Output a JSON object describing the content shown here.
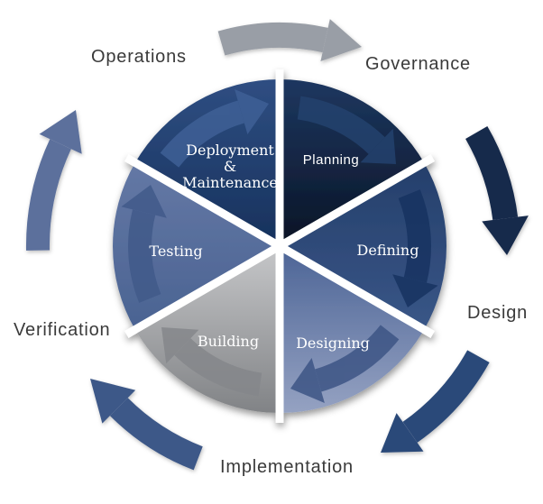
{
  "diagram": {
    "outer_labels": {
      "operations": "Operations",
      "governance": "Governance",
      "design": "Design",
      "implementation": "Implementation",
      "verification": "Verification"
    },
    "slices": [
      {
        "label": "Planning",
        "color_top": "#1d3760",
        "color_bottom": "#0a1425",
        "arrow_color": "#24426e"
      },
      {
        "label": "Defining",
        "color_top": "#253f6b",
        "color_bottom": "#395687",
        "arrow_color": "#173361"
      },
      {
        "label": "Designing",
        "color_top": "#4c6496",
        "color_bottom": "#95a2c2",
        "arrow_color": "#3d5585"
      },
      {
        "label": "Building",
        "color_top": "#c6c7c9",
        "color_bottom": "#818386",
        "arrow_color": "#85878b"
      },
      {
        "label": "Testing",
        "color_top": "#6478a5",
        "color_bottom": "#4a6392",
        "arrow_color": "#415a8a"
      },
      {
        "label": "Deployment & Maintenance",
        "label_lines": [
          "Deployment",
          "&",
          "Maintenance"
        ],
        "color_top": "#2f4e82",
        "color_bottom": "#16315c",
        "arrow_color": "#3f6096"
      }
    ],
    "outer_arrows": {
      "top": {
        "color": "#999ea6"
      },
      "right": {
        "color": "#16294b"
      },
      "bottom_right": {
        "color": "#2c4a79"
      },
      "bottom_left": {
        "color": "#3d5888"
      },
      "left": {
        "color": "#5c709c"
      }
    }
  }
}
